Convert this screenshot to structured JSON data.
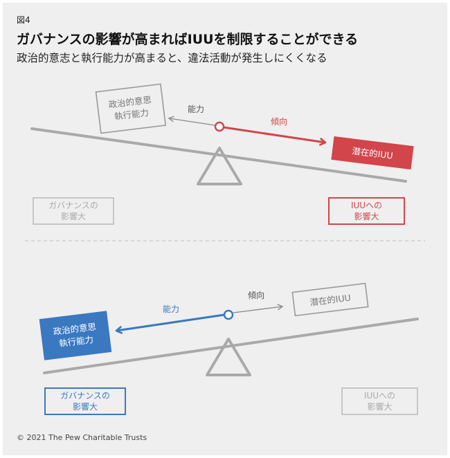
{
  "figure_label": "図4",
  "title": "ガバナンスの影響が高まればIUUを制限することができる",
  "subtitle": "政治的意志と執行能力が高まると、違法活動が発生しにくくなる",
  "top": {
    "capacity_box": [
      "政治的意思",
      "執行能力"
    ],
    "capacity_arrow": "能力",
    "tendency_arrow": "傾向",
    "iuu_box": "潜在的IUU",
    "governance_label": [
      "ガバナンスの",
      "影響大"
    ],
    "iuu_impact_label": [
      "IUUへの",
      "影響大"
    ]
  },
  "bottom": {
    "capacity_arrow": "能力",
    "tendency_arrow": "傾向",
    "iuu_box": "潜在的IUU",
    "capacity_box": [
      "政治的意思",
      "執行能力"
    ],
    "governance_label": [
      "ガバナンスの",
      "影響大"
    ],
    "iuu_impact_label": [
      "IUUへの",
      "影響大"
    ]
  },
  "colors": {
    "red": "#d2454b",
    "blue": "#3a78c0",
    "gray": "#999999",
    "light_gray": "#b9b9b9",
    "beam": "#a9a9a9"
  },
  "footer": "© 2021 The Pew Charitable Trusts"
}
